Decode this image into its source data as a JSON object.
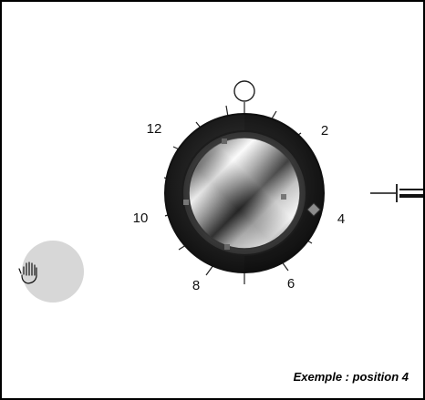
{
  "dial": {
    "labels": [
      "12",
      "2",
      "4",
      "6",
      "8",
      "10"
    ],
    "selected_position": "4"
  },
  "caption": "Exemple : position 4",
  "icons": {
    "hand": "hand-icon",
    "power": "power-symbol-icon",
    "zero": "zero-position-circle-icon"
  },
  "colors": {
    "dial_ring": "#1f1f1f",
    "hand_bg": "#d7d7d7",
    "knob_metal": "#8a8a8a"
  }
}
